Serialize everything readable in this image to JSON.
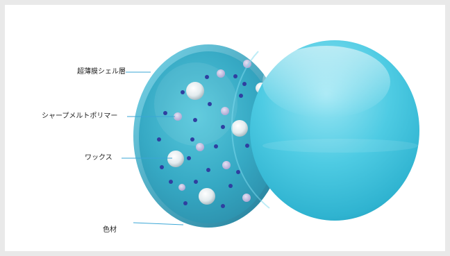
{
  "labels": {
    "shell": "超薄膜シェル層",
    "polymer": "シャープメルトポリマー",
    "wax": "ワックス",
    "colorant": "色材"
  },
  "colors": {
    "background": "#e9e9e9",
    "panel": "#ffffff",
    "leader_line": "#3aa6d6",
    "cyan": "#43c6e0",
    "disc": "#35a9c4",
    "dot": "#2f3fa0"
  },
  "icons": [
    "white-wax-droplet-icon",
    "blue-colorant-dot-icon"
  ]
}
